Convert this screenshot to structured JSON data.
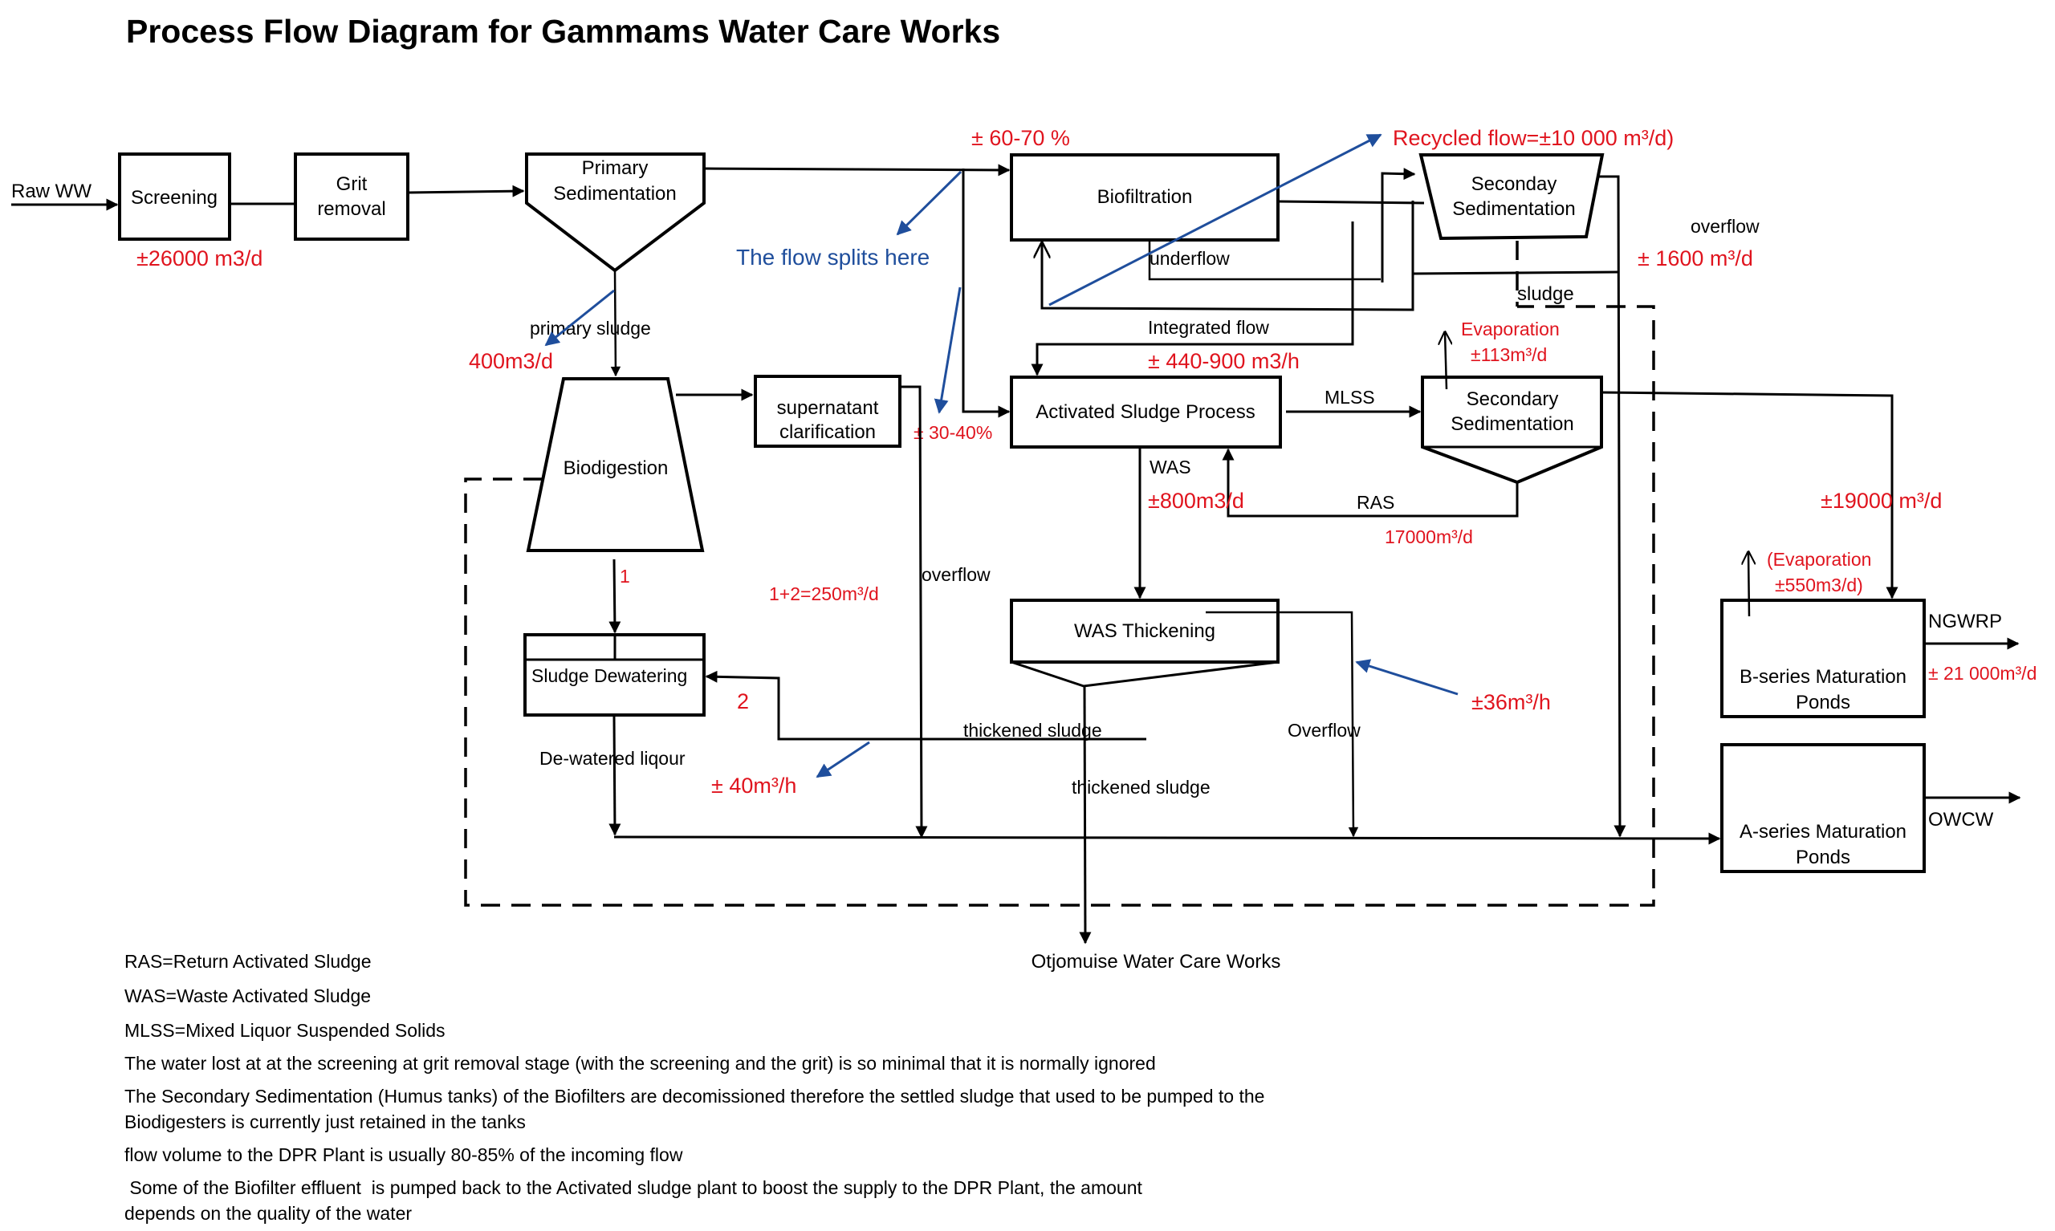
{
  "title": "Process Flow Diagram for Gammams Water Care Works",
  "colors": {
    "flow_values": "#e0141e",
    "annotations": "#1f4e9c",
    "lines": "#000000"
  },
  "units": {
    "screening": "Screening",
    "grit": [
      "Grit",
      "removal"
    ],
    "primary_sed": [
      "Primary",
      "Sedimentation"
    ],
    "biofiltration": "Biofiltration",
    "seconday_sed": [
      "Seconday",
      "Sedimentation"
    ],
    "biodigestion": "Biodigestion",
    "supernatant": [
      "supernatant",
      "clarification"
    ],
    "activated_sludge": "Activated Sludge Process",
    "secondary_sed": [
      "Secondary",
      "Sedimentation"
    ],
    "sludge_dewatering": "Sludge Dewatering",
    "was_thickening": "WAS Thickening",
    "b_series": [
      "B-series Maturation",
      "Ponds"
    ],
    "a_series": [
      "A-series Maturation",
      "Ponds"
    ]
  },
  "labels": {
    "raw_ww": "Raw WW",
    "primary_sludge": "primary sludge",
    "underflow": "underflow",
    "integrated_flow": "Integrated flow",
    "mlss": "MLSS",
    "was": "WAS",
    "ras": "RAS",
    "overflow_top": "overflow",
    "overflow_mid": "overflow",
    "overflow_was": "Overflow",
    "sludge": "sludge",
    "thickened_sludge_1": "thickened sludge",
    "thickened_sludge_2": "thickened sludge",
    "dewatered_liquor": "De-watered liqour",
    "ngwrp": "NGWRP",
    "owcw": "OWCW",
    "otjomuise": "Otjomuise Water Care Works"
  },
  "flows": {
    "screening": "±26000 m3/d",
    "primary_sludge": "400m3/d",
    "split_biofilter": "± 60-70 %",
    "split_asp": "± 30-40%",
    "recycled": "Recycled flow=±10 000 m³/d)",
    "integrated": "± 440-900 m3/h",
    "evap_sec": [
      "Evaporation",
      "±113m³/d"
    ],
    "overflow_sec": "± 1600 m³/d",
    "was": "±800m3/d",
    "ras": "17000m³/d",
    "to_b_series": "±19000 m³/d",
    "evap_ponds": [
      "(Evaporation",
      "±550m3/d)"
    ],
    "ngwrp": "± 21 000m³/d",
    "dewater_sum": "1+2=250m³/d",
    "marker_1": "1",
    "marker_2": "2",
    "thickened": "± 40m³/h",
    "was_overflow": "±36m³/h"
  },
  "annotation": "The flow splits here",
  "notes": [
    "RAS=Return Activated Sludge",
    "WAS=Waste Activated Sludge",
    "MLSS=Mixed Liquor Suspended Solids",
    "The water lost at at the screening at grit removal stage (with the screening and the grit) is so minimal that it is normally ignored",
    "The Secondary Sedimentation (Humus tanks) of the Biofilters are decomissioned therefore the settled sludge that used to be pumped to the",
    "Biodigesters is currently just retained in the tanks",
    "flow volume to the DPR Plant is usually 80-85% of the incoming flow",
    " Some of the Biofilter effluent  is pumped back to the Activated sludge plant to boost the supply to the DPR Plant, the amount",
    "depends on the quality of the water"
  ]
}
